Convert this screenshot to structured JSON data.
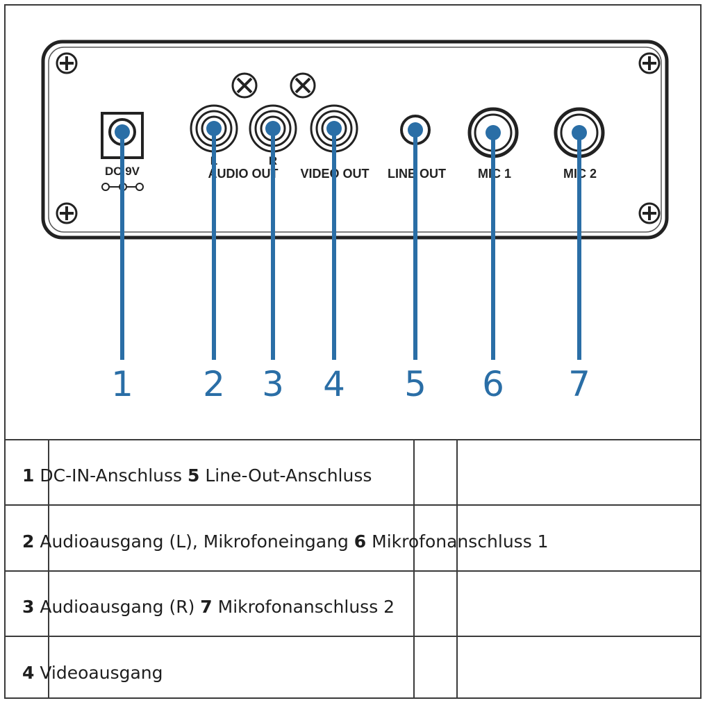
{
  "panel": {
    "labels": {
      "dc": "DC 9V",
      "audio_l_letter": "L",
      "audio_r_letter": "R",
      "audio_out": "AUDIO OUT",
      "video_out": "VIDEO OUT",
      "line_out": "LINE OUT",
      "mic1": "MIC 1",
      "mic2": "MIC 2"
    },
    "callouts": [
      "1",
      "2",
      "3",
      "4",
      "5",
      "6",
      "7"
    ],
    "callout_color": "#2a6ea6"
  },
  "legend": {
    "rows": [
      [
        {
          "n": "1",
          "t": "DC-IN-Anschluss"
        },
        {
          "n": "5",
          "t": "Line-Out-Anschluss"
        }
      ],
      [
        {
          "n": "2",
          "t": "Audioausgang (L), Mikrofoneingang"
        },
        {
          "n": "6",
          "t": "Mikrofonanschluss 1"
        }
      ],
      [
        {
          "n": "3",
          "t": "Audioausgang (R)"
        },
        {
          "n": "7",
          "t": "Mikrofonanschluss 2"
        }
      ],
      [
        {
          "n": "4",
          "t": "Videoausgang"
        }
      ]
    ]
  }
}
